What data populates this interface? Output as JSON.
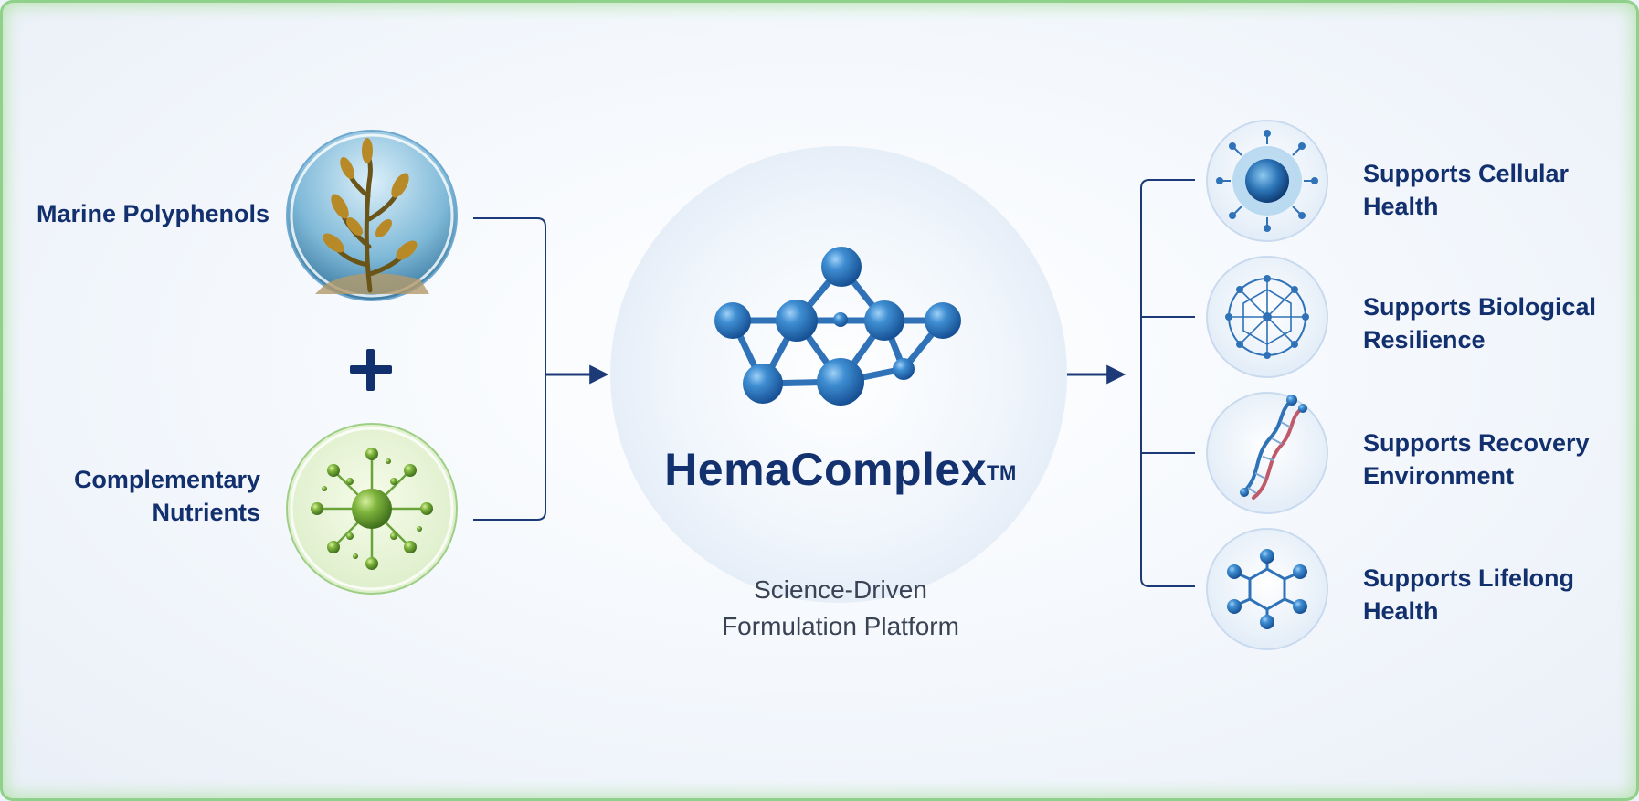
{
  "inputs": [
    {
      "label": "Marine Polyphenols",
      "icon": "seaweed-icon"
    },
    {
      "label": "Complementary Nutrients",
      "icon": "nutrient-molecule-icon"
    }
  ],
  "plus_symbol": "+",
  "center": {
    "title": "HemaComplex",
    "trademark": "TM",
    "subtitle_line1": "Science-Driven",
    "subtitle_line2": "Formulation Platform",
    "icon": "molecule-network-icon"
  },
  "benefits": [
    {
      "line1": "Supports Cellular",
      "line2": "Health",
      "icon": "cell-icon"
    },
    {
      "line1": "Supports Biological",
      "line2": "Resilience",
      "icon": "network-sphere-icon"
    },
    {
      "line1": "Supports Recovery",
      "line2": "Environment",
      "icon": "dna-icon"
    },
    {
      "line1": "Supports Lifelong",
      "line2": "Health",
      "icon": "hexagon-molecule-icon"
    }
  ],
  "colors": {
    "navy": "#12306e",
    "line": "#1d3a78",
    "blue_sphere": "#2f72b8",
    "green_frame": "#8fd08a",
    "green_sphere": "#6aa33a"
  }
}
